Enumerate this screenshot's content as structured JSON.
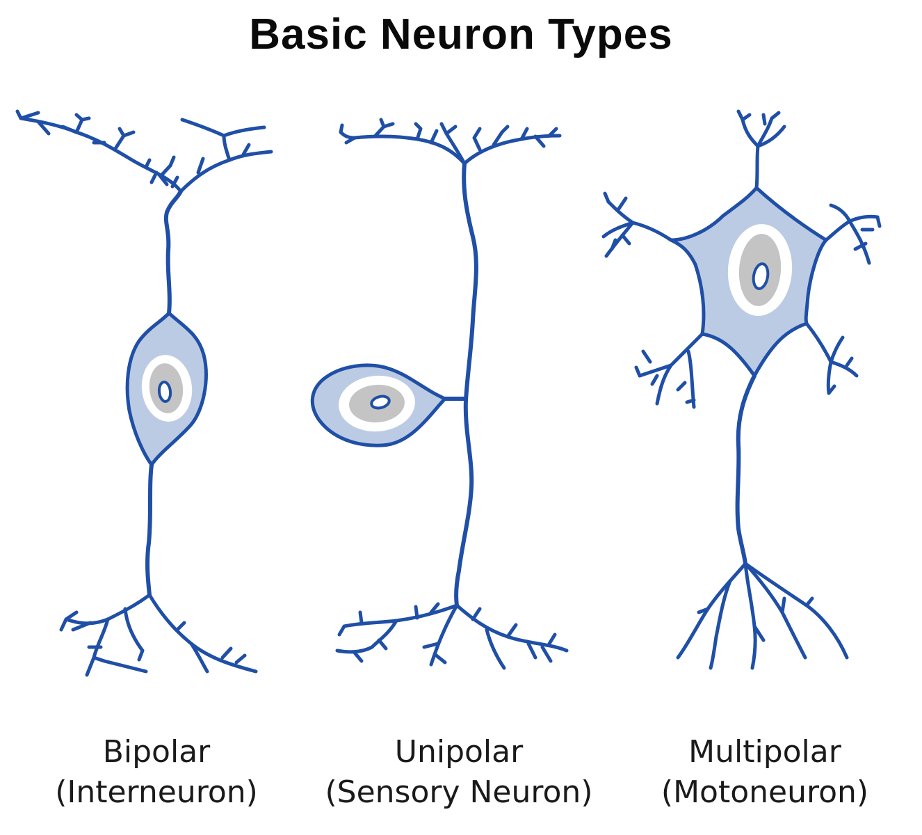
{
  "title": "Basic Neuron Types",
  "colors": {
    "neuron": "#1f4fa6",
    "cell_body": "#bccbe4",
    "nucleus": "#c4c4c4"
  },
  "neurons": [
    {
      "name": "Bipolar",
      "subtitle": "(Interneuron)"
    },
    {
      "name": "Unipolar",
      "subtitle": "(Sensory Neuron)"
    },
    {
      "name": "Multipolar",
      "subtitle": "(Motoneuron)"
    }
  ]
}
